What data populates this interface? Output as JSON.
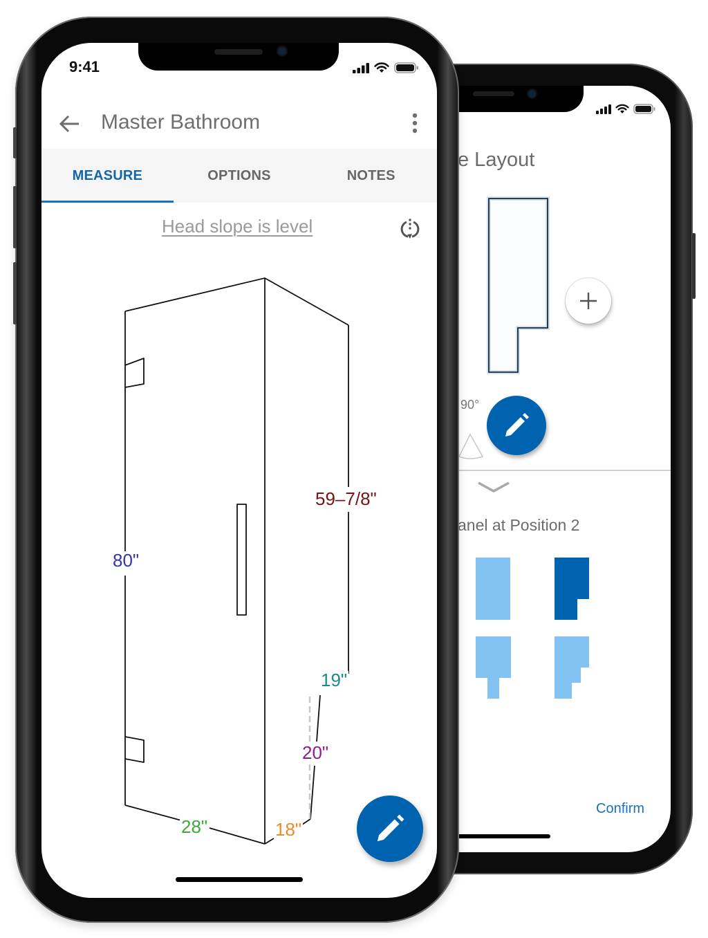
{
  "colors": {
    "accent": "#0063b0",
    "tab_active": "#1466a8",
    "panel_light": "#82c3f3",
    "panel_dark": "#0063b0",
    "dim_height": "#3434b0",
    "dim_wall": "#7a1414",
    "dim_return": "#1a8a8a",
    "dim_angled": "#8c1e8c",
    "dim_width": "#3aab3a",
    "dim_short": "#ee8a2a"
  },
  "front_phone": {
    "status_bar": {
      "time": "9:41",
      "icons": [
        "signal-icon",
        "wifi-icon",
        "battery-icon"
      ]
    },
    "app_bar": {
      "back_icon": "arrow-left-icon",
      "title": "Master Bathroom",
      "menu_icon": "more-vert-icon"
    },
    "tabs": [
      {
        "label": "MEASURE",
        "active": true
      },
      {
        "label": "OPTIONS",
        "active": false
      },
      {
        "label": "NOTES",
        "active": false
      }
    ],
    "head_slope_link": "Head slope is level",
    "rotate_icon": "rotate-view-icon",
    "dimensions": {
      "height": "80\"",
      "wall_height": "59–7/8\"",
      "return_top": "19\"",
      "angled_panel": "20\"",
      "width": "28\"",
      "short_return": "18\""
    },
    "fab_icon": "pencil-icon"
  },
  "back_phone": {
    "status_bar": {
      "icons": [
        "signal-icon",
        "wifi-icon",
        "battery-icon"
      ]
    },
    "title_partial": "e Layout",
    "add_button_icon": "plus-icon",
    "angle_label": "90°",
    "edit_button_icon": "pencil-icon",
    "collapse_icon": "chevron-down-icon",
    "panel_title_partial": "anel at Position 2",
    "panel_options": [
      {
        "shape": "rectangle",
        "selected": false
      },
      {
        "shape": "notch-bottom-right",
        "selected": true
      },
      {
        "shape": "notch-bottom-both",
        "selected": false
      },
      {
        "shape": "stepped-bottom-right",
        "selected": false
      }
    ],
    "confirm_label": "Confirm"
  }
}
